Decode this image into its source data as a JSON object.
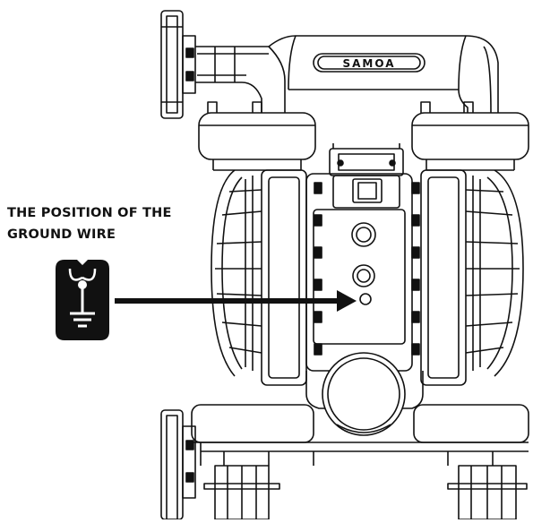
{
  "callout": {
    "line1": "THE POSITION OF THE",
    "line2": "GROUND WIRE"
  },
  "brand": {
    "label": "SAMOA"
  },
  "icons": {
    "ground_symbol": "ground-symbol-icon"
  },
  "colors": {
    "ink": "#111111",
    "background": "#ffffff",
    "icon_fill": "#111111"
  }
}
